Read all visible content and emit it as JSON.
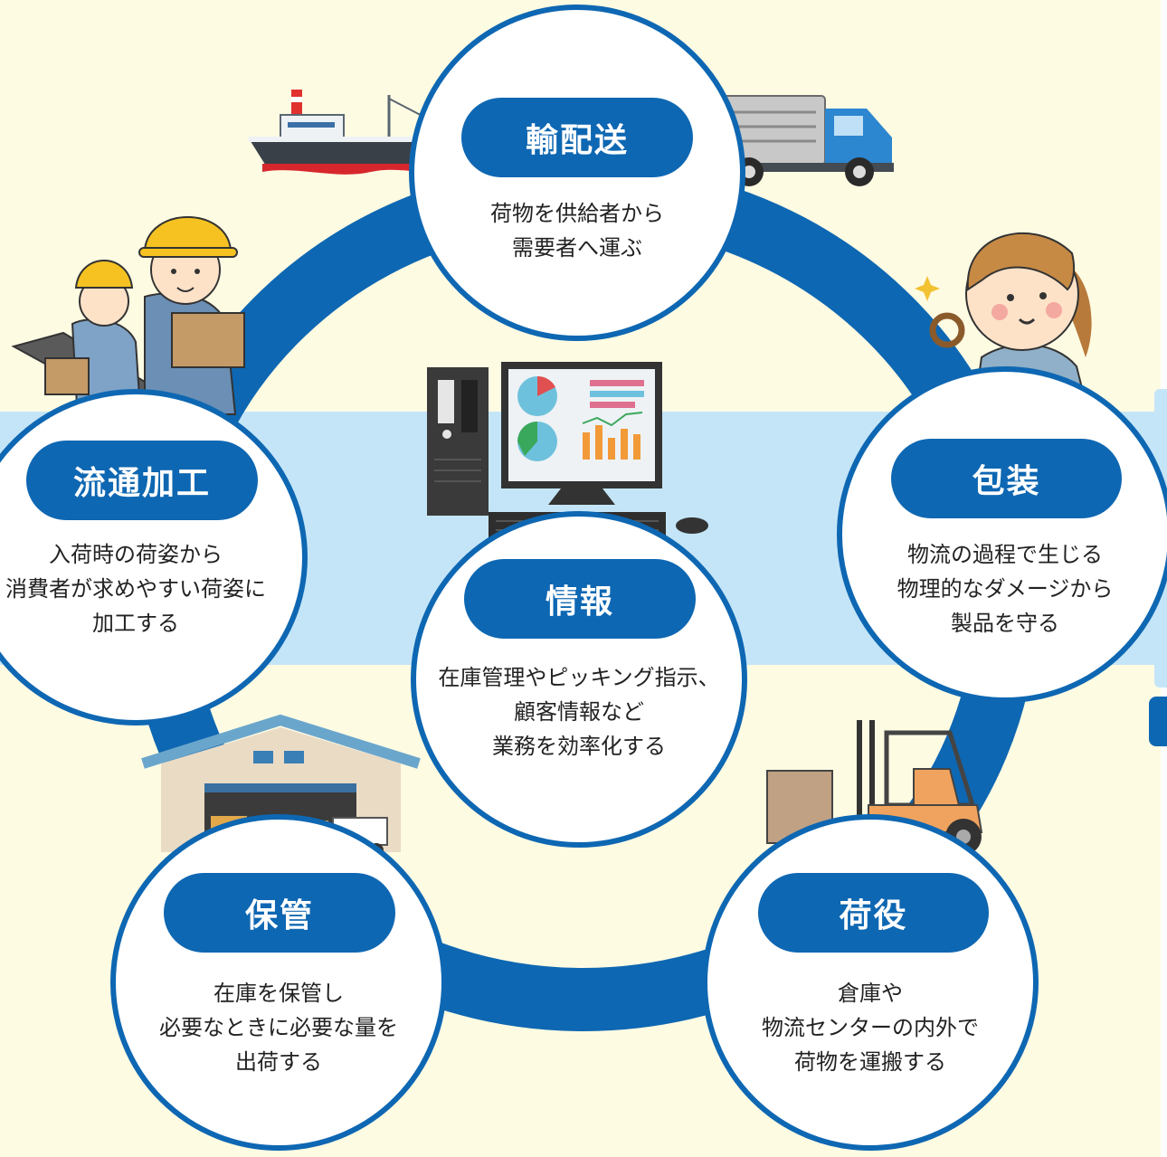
{
  "nodes": {
    "transport": {
      "title": "輸配送",
      "lines": [
        "荷物を供給者から",
        "需要者へ運ぶ"
      ]
    },
    "packaging": {
      "title": "包装",
      "lines": [
        "物流の過程で生じる",
        "物理的なダメージから",
        "製品を守る"
      ]
    },
    "handling": {
      "title": "荷役",
      "lines": [
        "倉庫や",
        "物流センターの内外で",
        "荷物を運搬する"
      ]
    },
    "storage": {
      "title": "保管",
      "lines": [
        "在庫を保管し",
        "必要なときに必要な量を",
        "出荷する"
      ]
    },
    "processing": {
      "title": "流通加工",
      "lines": [
        "入荷時の荷姿から",
        "消費者が求めやすい荷姿に",
        "加工する"
      ]
    },
    "information": {
      "title": "情報",
      "lines": [
        "在庫管理やピッキング指示、",
        "顧客情報など",
        "業務を効率化する"
      ]
    }
  },
  "colors": {
    "primary_blue": "#0e67b2",
    "band_blue": "#c4e5f8",
    "background": "#fefbe3"
  },
  "icons": [
    "ship-icon",
    "truck-icon",
    "packaging-worker-icon",
    "forklift-icon",
    "warehouse-icon",
    "processing-workers-icon",
    "computer-icon"
  ]
}
